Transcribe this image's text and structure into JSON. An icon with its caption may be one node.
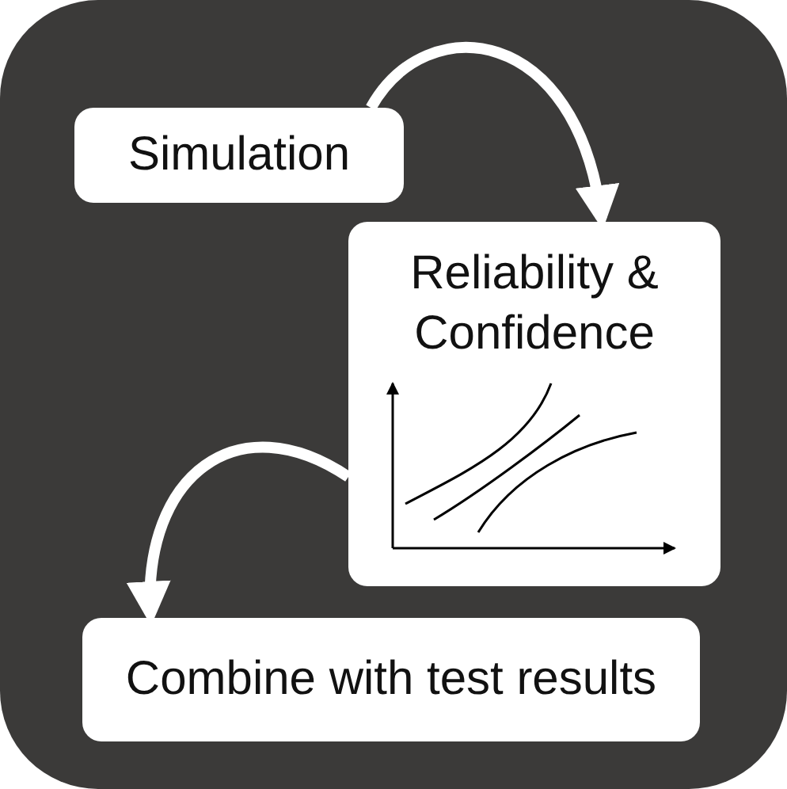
{
  "diagram": {
    "nodes": [
      {
        "text": [
          "Simulation"
        ]
      },
      {
        "text": [
          "Reliability & Confidence"
        ]
      },
      {
        "text": [
          "Combine with test results"
        ]
      }
    ],
    "edges": [
      {
        "from": 0,
        "to": 1,
        "arrow": "to"
      },
      {
        "from": 1,
        "to": 2,
        "arrow": "to"
      }
    ]
  }
}
